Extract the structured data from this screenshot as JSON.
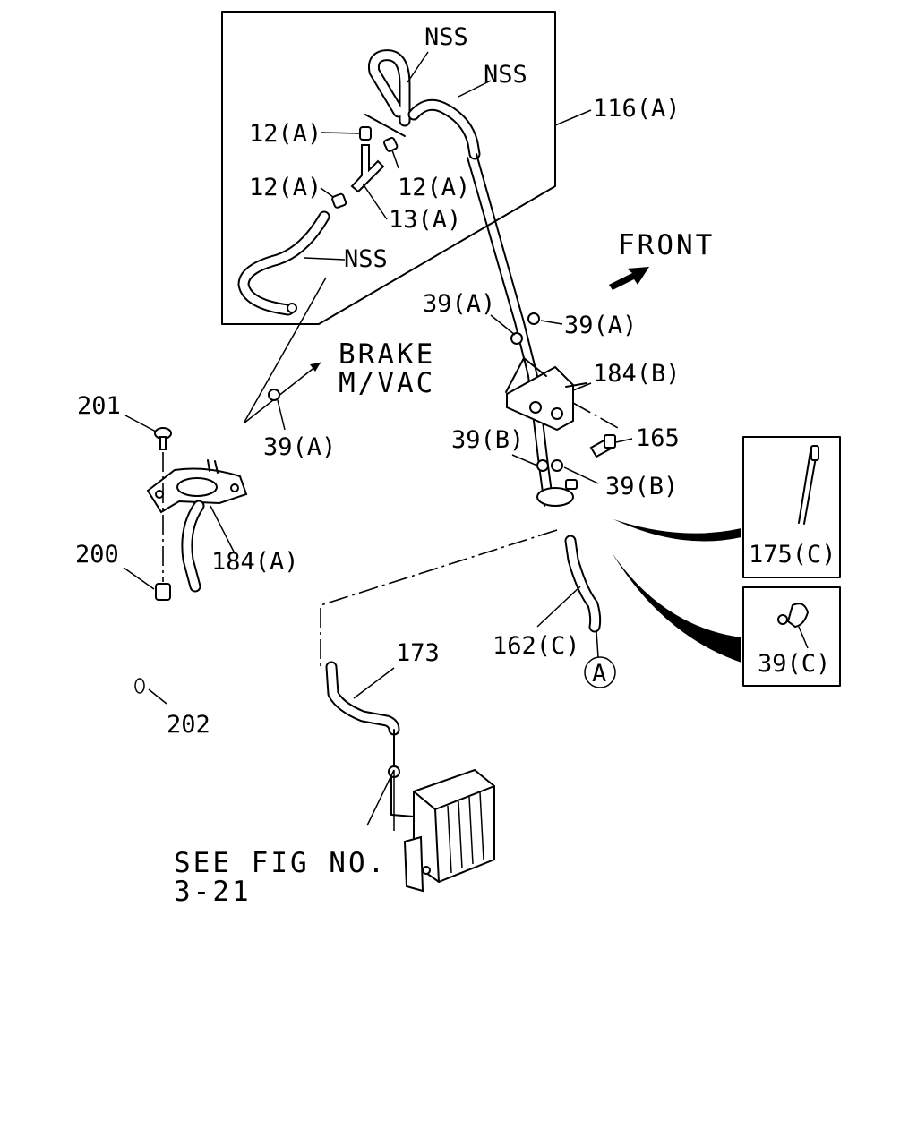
{
  "labels": {
    "nss_1": "NSS",
    "nss_2": "NSS",
    "nss_3": "NSS",
    "part_116a": "116(A)",
    "part_12a_1": "12(A)",
    "part_12a_2": "12(A)",
    "part_12a_3": "12(A)",
    "part_13a": "13(A)",
    "front": "FRONT",
    "brake": "BRAKE",
    "mvac": "M/VAC",
    "part_39a_1": "39(A)",
    "part_39a_2": "39(A)",
    "part_39a_3": "39(A)",
    "part_184b": "184(B)",
    "part_165": "165",
    "part_39b_1": "39(B)",
    "part_39b_2": "39(B)",
    "part_201": "201",
    "part_184a": "184(A)",
    "part_200": "200",
    "part_175c": "175(C)",
    "part_39c": "39(C)",
    "part_162c": "162(C)",
    "connector_a": "A",
    "part_173": "173",
    "part_202": "202",
    "see_fig_1": "SEE FIG NO.",
    "see_fig_2": "3-21"
  }
}
